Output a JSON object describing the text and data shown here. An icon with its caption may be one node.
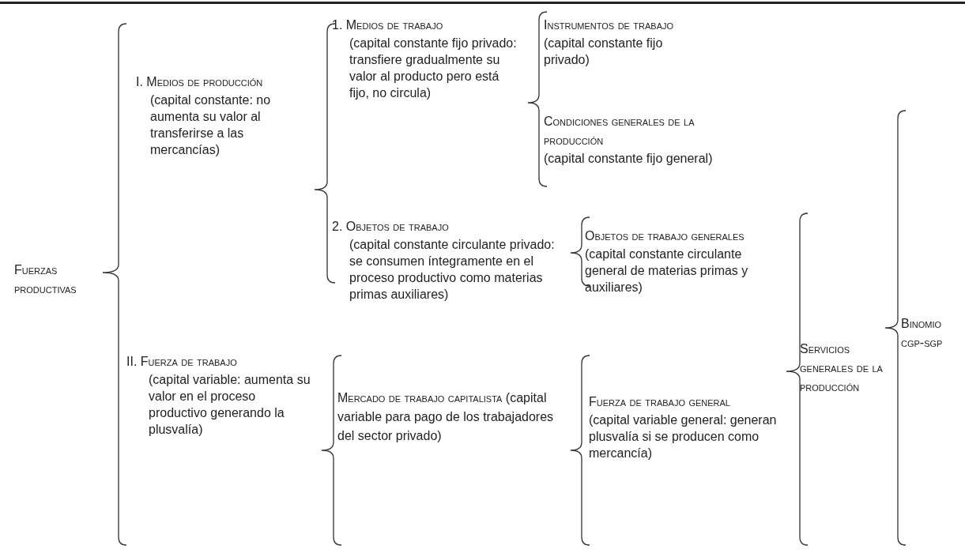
{
  "diagram": {
    "nodes": [
      {
        "text": [
          "Fuerzas productivas"
        ]
      },
      {
        "text": [
          "I. Medios de producción",
          "(capital constante: no aumenta su valor al transferirse a las mercancías)"
        ]
      },
      {
        "text": [
          "1. Medios de trabajo",
          "(capital constante fijo privado: transfiere gradualmente su valor al producto pero está fijo, no circula)"
        ]
      },
      {
        "text": [
          "Instrumentos de trabajo",
          "(capital constante fijo privado)"
        ]
      },
      {
        "text": [
          "Condiciones generales de la producción",
          "(capital constante fijo general)"
        ]
      },
      {
        "text": [
          "2. Objetos de trabajo",
          "(capital constante circulante privado: se consumen íntegramente en el proceso productivo como materias primas auxiliares)"
        ]
      },
      {
        "text": [
          "Objetos de trabajo generales",
          "(capital constante circulante general de materias primas y auxiliares)"
        ]
      },
      {
        "text": [
          "II. Fuerza de trabajo",
          "(capital variable: aumenta su valor en el proceso productivo generando la plusvalía)"
        ]
      },
      {
        "text": [
          "Mercado de trabajo capitalista",
          "(capital variable para pago de los trabajadores del sector privado)"
        ]
      },
      {
        "text": [
          "Fuerza de trabajo general",
          "(capital variable general: generan plusvalía si se producen como mercancía)"
        ]
      },
      {
        "text": [
          "Servicios generales de la producción"
        ]
      },
      {
        "text": [
          "Binomio cgp-sgp"
        ]
      }
    ]
  }
}
